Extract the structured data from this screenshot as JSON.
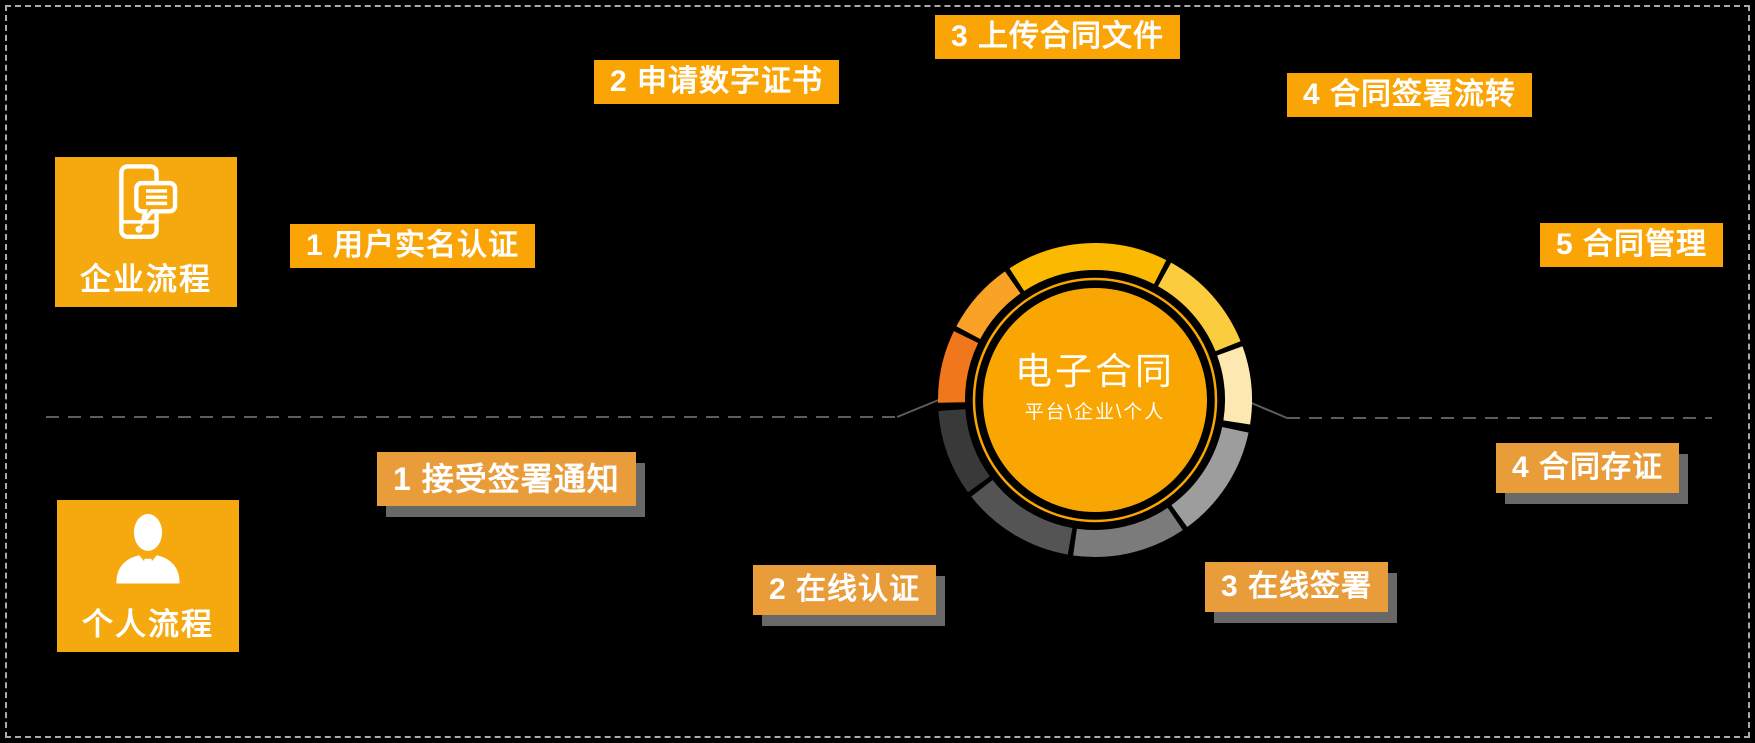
{
  "center": {
    "title": "电子合同",
    "subtitle": "平台\\企业\\个人"
  },
  "enterprise": {
    "role": "企业流程",
    "icon": "phone-chat-icon",
    "steps": [
      "1 用户实名认证",
      "2 申请数字证书",
      "3 上传合同文件",
      "4 合同签署流转",
      "5 合同管理"
    ]
  },
  "personal": {
    "role": "个人流程",
    "icon": "person-icon",
    "steps": [
      "1 接受签署通知",
      "2 在线认证",
      "3 在线签署",
      "4 合同存证"
    ]
  },
  "emblem": {
    "disc_color": "#F9A602",
    "inner_ring_color": "#F9A602",
    "ring_segments": [
      {
        "start": -33,
        "end": 27,
        "color": "#FBB901"
      },
      {
        "start": 29,
        "end": 68,
        "color": "#FCCC3F"
      },
      {
        "start": 70,
        "end": 99,
        "color": "#FCE8B0"
      },
      {
        "start": 102,
        "end": 144,
        "color": "#9D9D9D"
      },
      {
        "start": 146,
        "end": 188,
        "color": "#7B7B7B"
      },
      {
        "start": 190,
        "end": 232,
        "color": "#545454"
      },
      {
        "start": 234,
        "end": 266,
        "color": "#393939"
      },
      {
        "start": 269,
        "end": 296,
        "color": "#F0771B"
      },
      {
        "start": 298,
        "end": 325,
        "color": "#F9A226"
      }
    ]
  },
  "colors": {
    "background": "#000000",
    "enterprise_chip": "#FAA405",
    "personal_chip": "#E99C3A",
    "role_box": "#F6A90E",
    "divider_line": "#5D5D5D",
    "frame_dash": "#ABABAB",
    "text": "#FFFFFF"
  }
}
